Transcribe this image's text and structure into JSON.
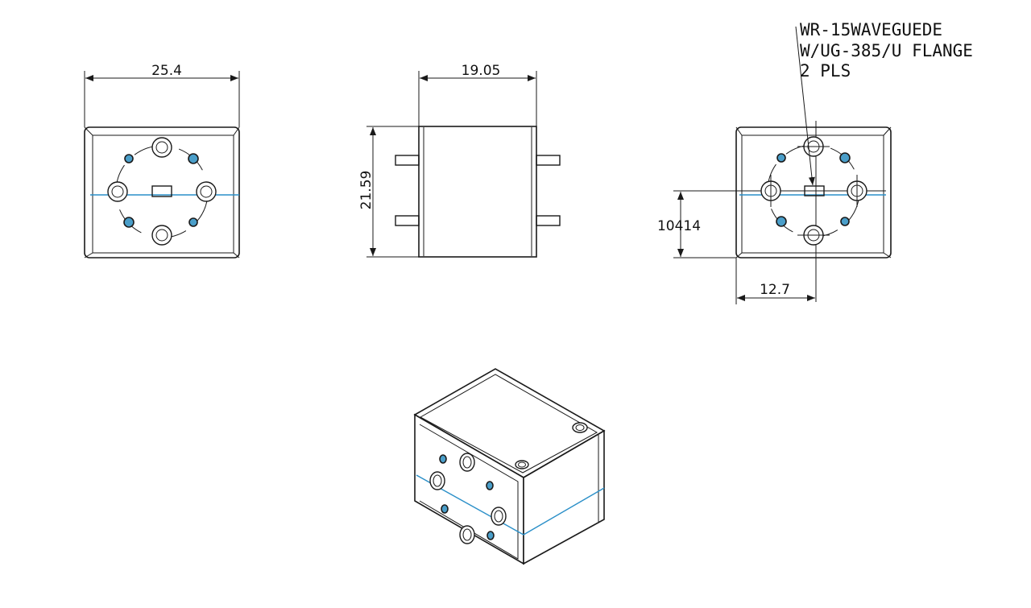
{
  "dimensions": {
    "front_width": "25.4",
    "side_depth": "19.05",
    "side_height": "21.59",
    "center_height": "10414",
    "center_offset": "12.7"
  },
  "note": {
    "line1": "WR-15WAVEGUEDE",
    "line2": "W/UG-385/U FLANGE",
    "line3": "2 PLS"
  },
  "colors": {
    "centerline": "#2a8fc8",
    "hole_fill": "#4a9ec9",
    "line": "#1a1a1a"
  }
}
